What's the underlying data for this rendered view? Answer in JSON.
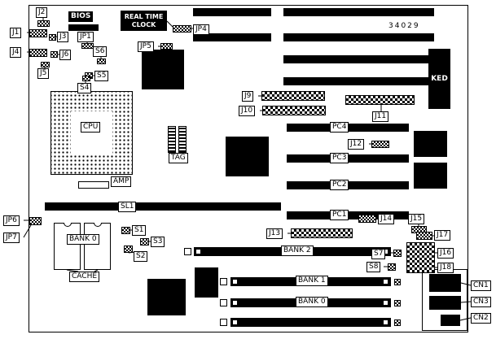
{
  "meta": {
    "type": "motherboard-layout-diagram",
    "part_number": "34029"
  },
  "colors": {
    "ink": "#000000",
    "paper": "#ffffff"
  },
  "labels": {
    "j1": "J1",
    "j2": "J2",
    "j3": "J3",
    "j4": "J4",
    "j5": "J5",
    "j6": "J6",
    "j9": "J9",
    "j10": "J10",
    "j11": "J11",
    "j12": "J12",
    "j13": "J13",
    "j14": "J14",
    "j15": "J15",
    "j16": "J16",
    "j17": "J17",
    "j18": "J18",
    "jp1": "JP1",
    "jp4": "JP4",
    "jp5": "JP5",
    "jp6": "JP6",
    "jp7": "JP7",
    "s1": "S1",
    "s2": "S2",
    "s3": "S3",
    "s4": "S4",
    "s5": "S5",
    "s6": "S6",
    "s7": "S7",
    "s8": "S8",
    "cn1": "CN1",
    "cn2": "CN2",
    "cn3": "CN3",
    "bios": "BIOS",
    "rtc_line1": "REAL TIME",
    "rtc_line2": "CLOCK",
    "kbd": "KED",
    "cpu": "CPU",
    "tag": "TAG",
    "amp": "AMP",
    "sl1": "SL1",
    "pc1": "PC1",
    "pc2": "PC2",
    "pc3": "PC3",
    "pc4": "PC4",
    "cache_bank": "BANK 0",
    "cache": "CACHE",
    "bank2": "BANK 2",
    "bank1": "BANK 1",
    "bank0": "BANK 0"
  }
}
